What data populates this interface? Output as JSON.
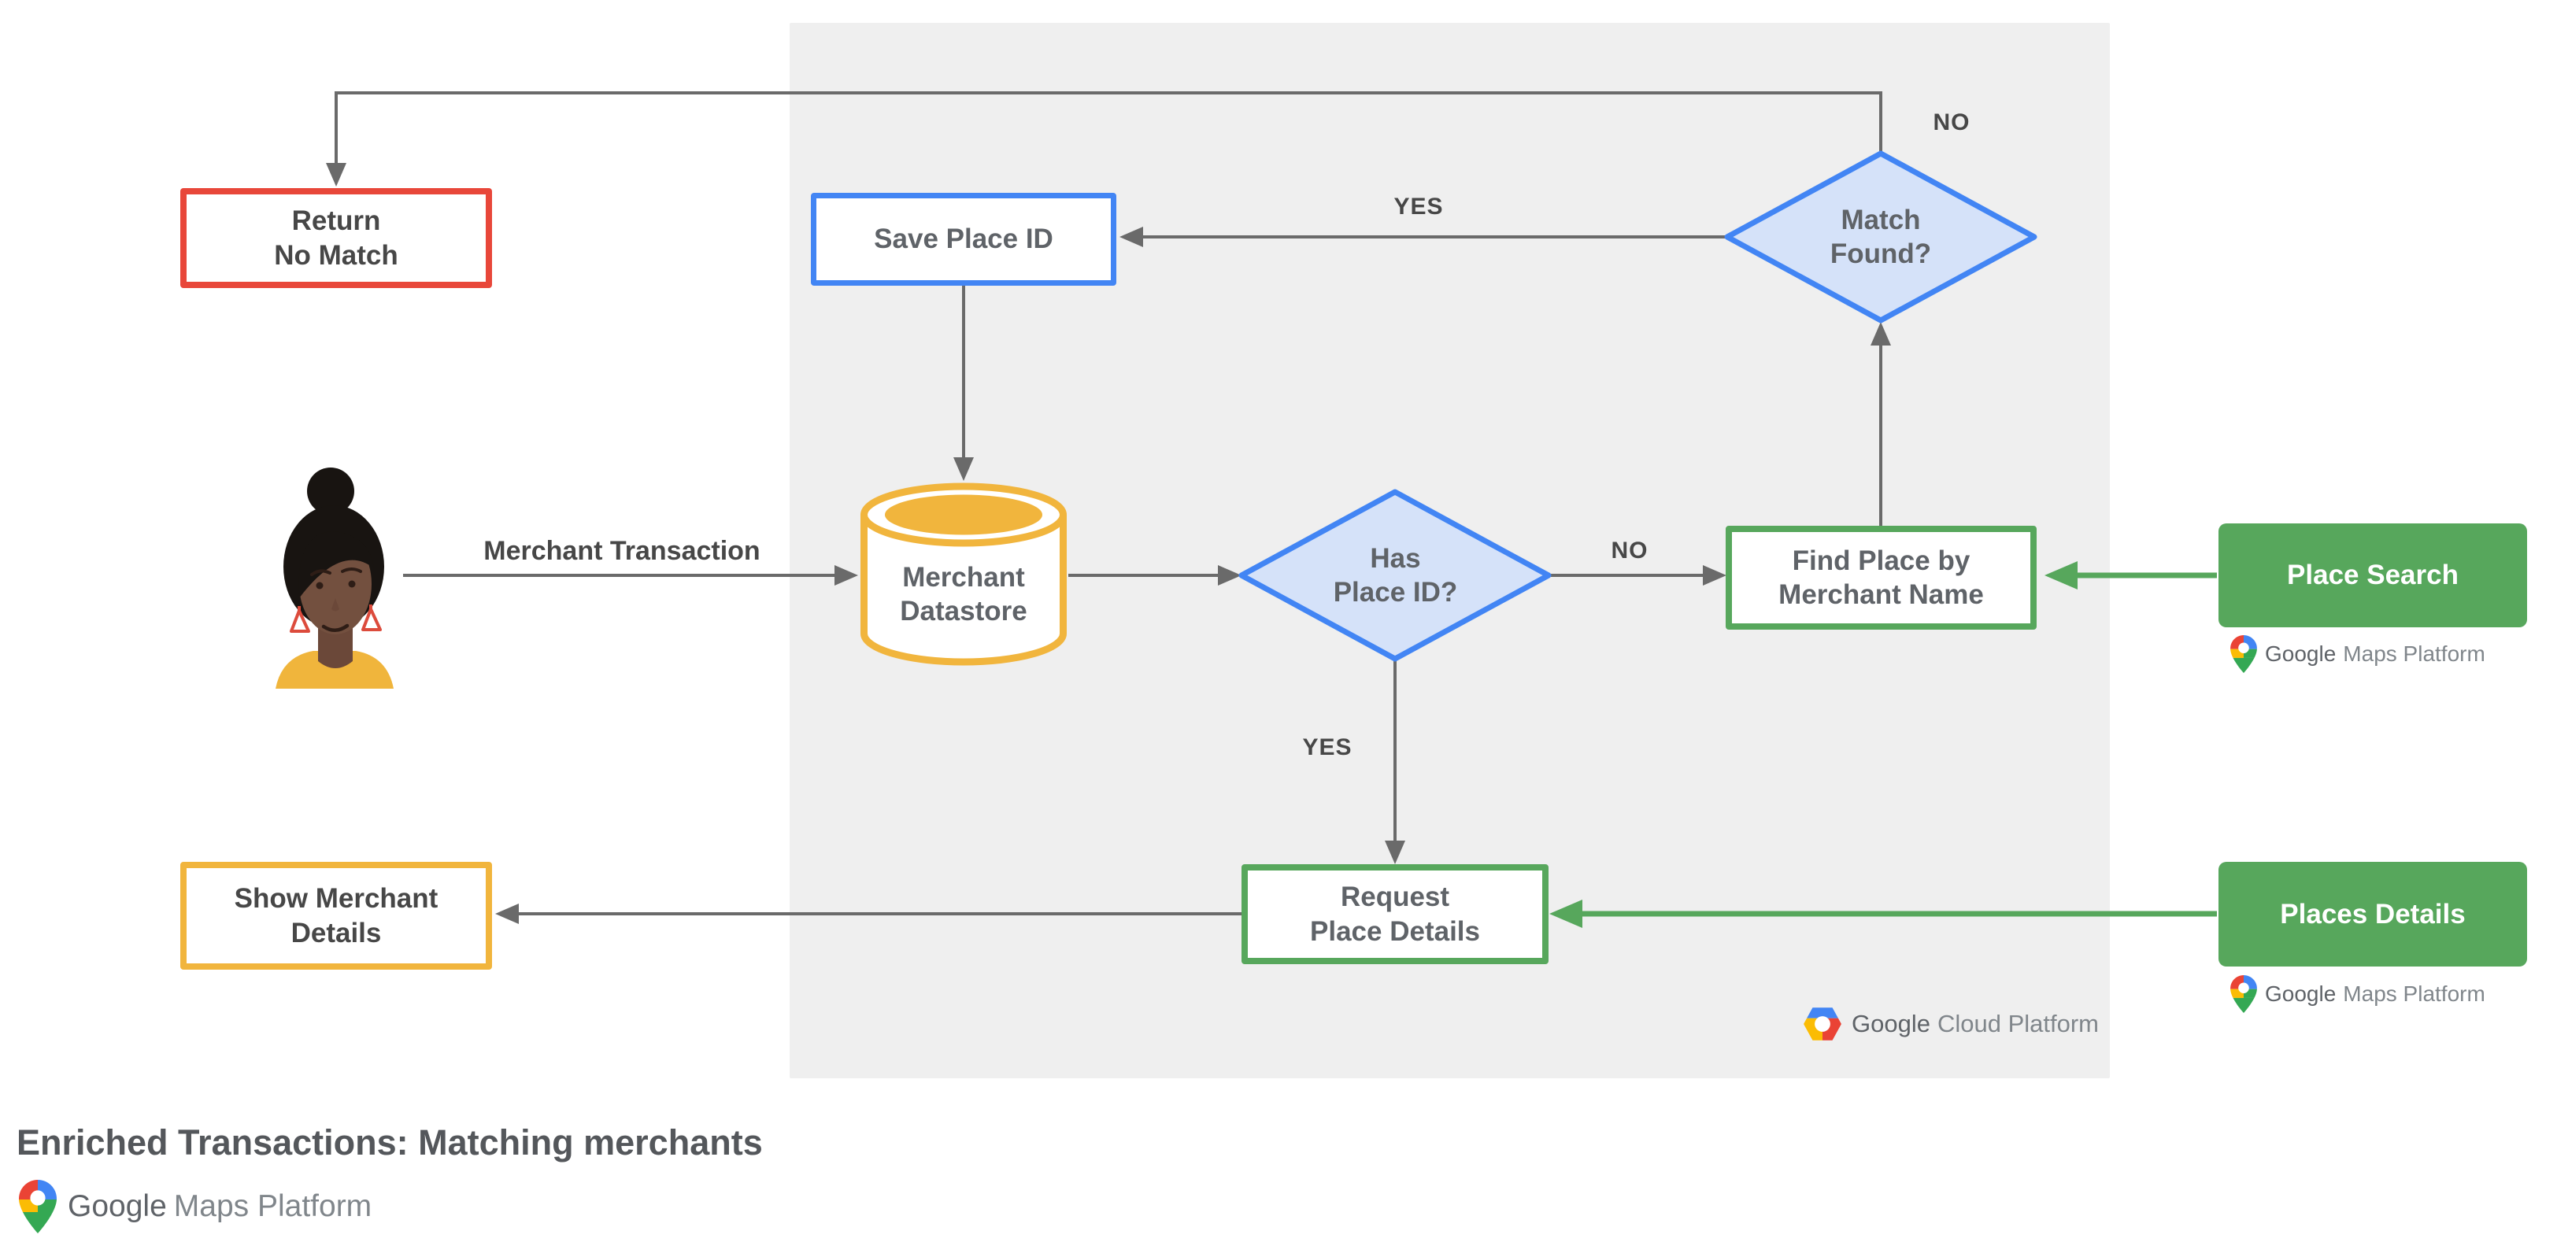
{
  "title": "Enriched Transactions: Matching merchants",
  "palette": {
    "red": "#E8473A",
    "blue": "#4285F4",
    "blue_fill": "#D5E2F9",
    "yellow": "#F1B53D",
    "green": "#57A75C",
    "panel": "#EFEFEF",
    "line": "#6A6A6A",
    "text_dark": "#474747",
    "text_gray": "#5F6368",
    "title_color": "#54575B",
    "logo_google": "#5F6368",
    "logo_suffix": "#80868B",
    "brand_blue": "#4285F4",
    "brand_red": "#EA4335",
    "brand_yellow": "#FBBC04",
    "brand_green": "#34A853",
    "avatar_skin": "#73503F",
    "avatar_skin_shadow": "#6B4839",
    "avatar_hair": "#181411",
    "avatar_top": "#F0B53C",
    "avatar_earring": "#DC4B3C",
    "avatar_feature": "#2E1D16"
  },
  "nodes": {
    "return_no_match": {
      "label": "Return\nNo Match"
    },
    "save_place_id": {
      "label": "Save Place ID"
    },
    "match_found": {
      "label": "Match\nFound?"
    },
    "merchant_datastore": {
      "label": "Merchant\nDatastore"
    },
    "has_place_id": {
      "label": "Has\nPlace ID?"
    },
    "find_place": {
      "label": "Find Place by\nMerchant Name"
    },
    "place_search": {
      "label": "Place Search"
    },
    "request_place_details": {
      "label": "Request\nPlace Details"
    },
    "places_details": {
      "label": "Places Details"
    },
    "show_merchant_details": {
      "label": "Show Merchant\nDetails"
    }
  },
  "edge_labels": {
    "top_no": "NO",
    "match_yes": "YES",
    "has_no": "NO",
    "has_yes": "YES",
    "transaction": "Merchant Transaction"
  },
  "logos": {
    "google_cloud": {
      "google": "Google",
      "suffix": "Cloud Platform"
    },
    "google_maps": {
      "google": "Google",
      "suffix": "Maps Platform"
    }
  }
}
